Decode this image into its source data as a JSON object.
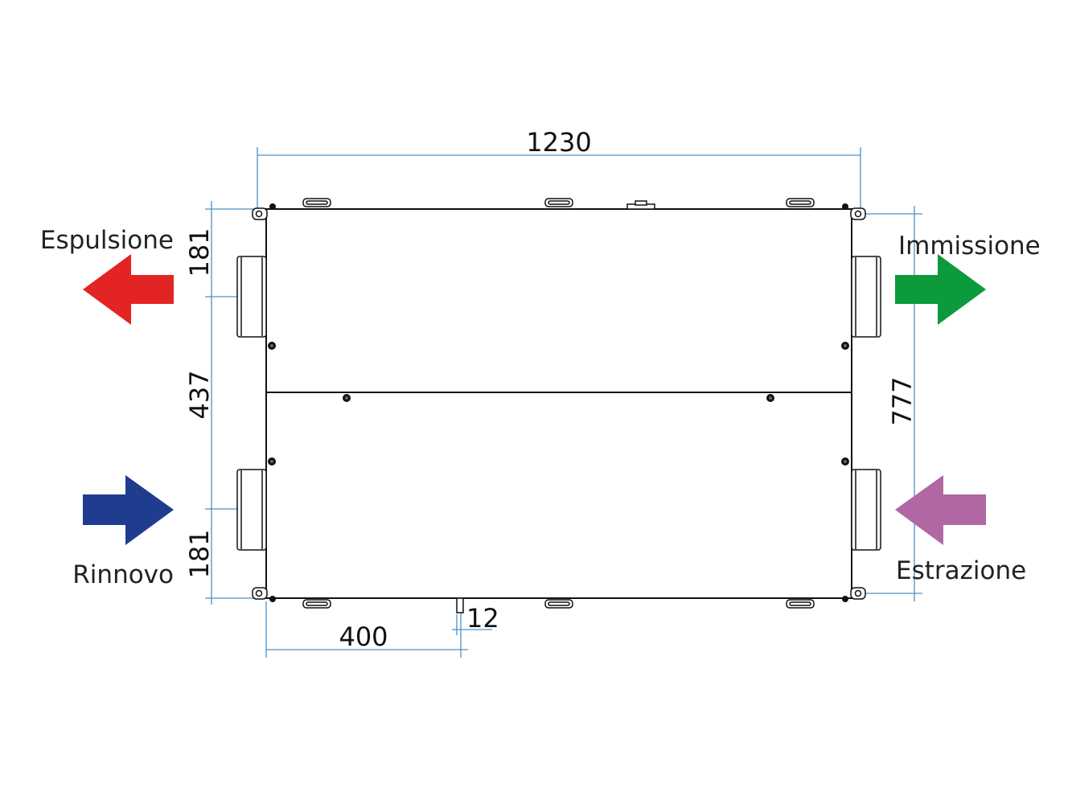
{
  "dimensions": {
    "total_width": "1230",
    "height_left_top": "181",
    "height_left_middle": "437",
    "height_left_bottom": "181",
    "height_right": "777",
    "drain_offset": "400",
    "drain_size": "12"
  },
  "flows": [
    {
      "id": "espulsione",
      "label": "Espulsione",
      "color": "#e32424",
      "direction": "left"
    },
    {
      "id": "immissione",
      "label": "Immissione",
      "color": "#0c9a3c",
      "direction": "right"
    },
    {
      "id": "rinnovo",
      "label": "Rinnovo",
      "color": "#1f3d8f",
      "direction": "right"
    },
    {
      "id": "estrazione",
      "label": "Estrazione",
      "color": "#b067a3",
      "direction": "left"
    }
  ],
  "colors": {
    "dimension_line": "#4a90c8",
    "outline": "#111111"
  }
}
